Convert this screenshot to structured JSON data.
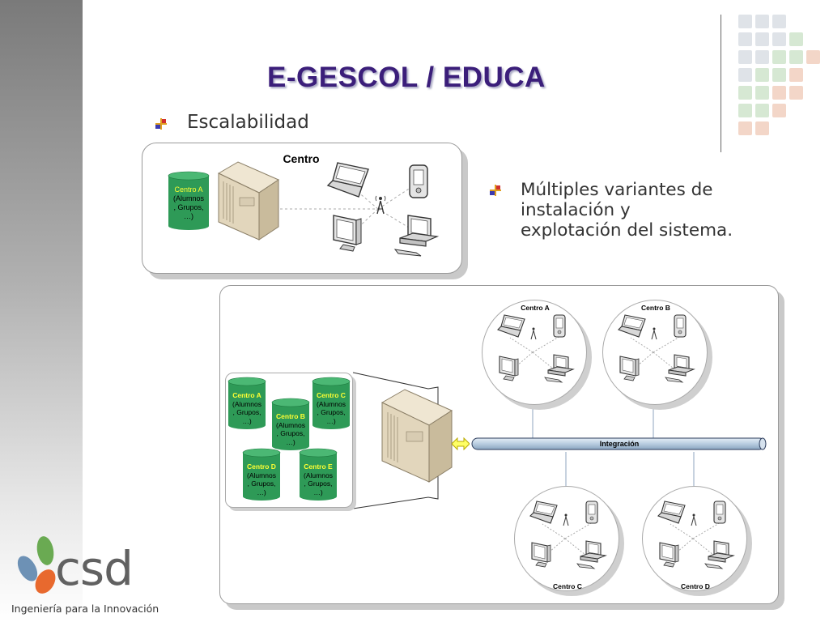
{
  "slide": {
    "title": "E-GESCOL / EDUCA",
    "bullet_sub": "Escalabilidad",
    "bullet_main_lines": [
      "Múltiples variantes de",
      "instalación y",
      "explotación del sistema."
    ]
  },
  "top_diagram": {
    "label": "Centro",
    "db": {
      "name": "Centro A",
      "lines": [
        "(Alumnos",
        ", Grupos,",
        "…)"
      ]
    }
  },
  "bottom_diagram": {
    "dbs": [
      {
        "name": "Centro A",
        "lines": [
          "(Alumnos",
          ", Grupos,",
          "…)"
        ]
      },
      {
        "name": "Centro C",
        "lines": [
          "(Alumnos",
          ", Grupos,",
          "…)"
        ]
      },
      {
        "name": "Centro B",
        "lines": [
          "(Alumnos",
          ", Grupos,",
          "…)"
        ]
      },
      {
        "name": "Centro D",
        "lines": [
          "(Alumnos",
          ", Grupos,",
          "…)"
        ]
      },
      {
        "name": "Centro E",
        "lines": [
          "(Alumnos",
          ", Grupos,",
          "…)"
        ]
      }
    ],
    "bus_label": "Integración",
    "sites": [
      "Centro A",
      "Centro B",
      "Centro C",
      "Centro D"
    ]
  },
  "logo": {
    "text": "csd",
    "tagline": "Ingeniería para la Innovación"
  },
  "colors": {
    "title": "#3b1e7a",
    "db_green": "#2e9a57",
    "db_label": "#ffff33",
    "bus": "#b8cde0",
    "tile_gray": "#dfe3e8",
    "tile_green": "#d6e8d3",
    "tile_peach": "#f3d6c8"
  },
  "icons": [
    "bullet-icon",
    "server-icon",
    "laptop-icon",
    "pda-icon",
    "monitor-icon",
    "desktop-icon",
    "antenna-icon",
    "database-icon",
    "double-arrow-icon",
    "logo-leaf-icon"
  ]
}
